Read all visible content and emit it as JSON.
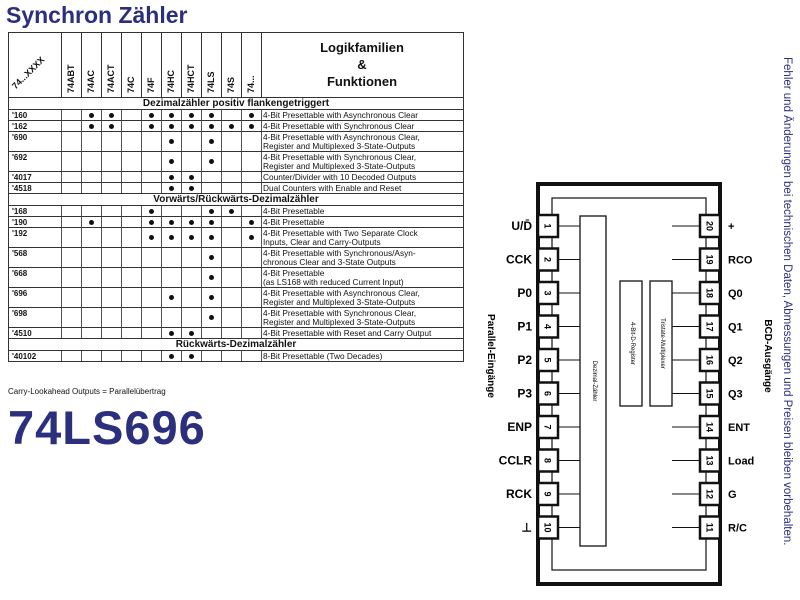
{
  "page": {
    "title": "Synchron Zähler",
    "part": "74LS696",
    "footnote": "Carry-Lookahead Outputs = Parallelübertrag",
    "sidenote": "Fehler und Änderungen bei technischen Daten, Abmessungen und Preisen bleiben vorbehalten."
  },
  "table": {
    "first_header": "74...XXXX",
    "families": [
      "74ABT",
      "74AC",
      "74ACT",
      "74C",
      "74F",
      "74HC",
      "74HCT",
      "74LS",
      "74S",
      "74..."
    ],
    "func_header": [
      "Logikfamilien",
      "&",
      "Funktionen"
    ],
    "sections": [
      {
        "title": "Dezimalzähler positiv flankengetriggert",
        "rows": [
          {
            "part": "'160",
            "dots": [
              0,
              1,
              1,
              0,
              1,
              1,
              1,
              1,
              0,
              1
            ],
            "desc": [
              "4-Bit Presettable with Asynchronous Clear"
            ]
          },
          {
            "part": "'162",
            "dots": [
              0,
              1,
              1,
              0,
              1,
              1,
              1,
              1,
              1,
              1
            ],
            "desc": [
              "4-Bit Presettable with Synchronous Clear"
            ]
          },
          {
            "part": "'690",
            "dots": [
              0,
              0,
              0,
              0,
              0,
              1,
              0,
              1,
              0,
              0
            ],
            "desc": [
              "4-Bit Presettable with Asynchronous Clear,",
              "Register and Multiplexed 3-State-Outputs"
            ]
          },
          {
            "part": "'692",
            "dots": [
              0,
              0,
              0,
              0,
              0,
              1,
              0,
              1,
              0,
              0
            ],
            "desc": [
              "4-Bit Presettable with Synchronous Clear,",
              "Register and Multiplexed 3-State-Outputs"
            ]
          },
          {
            "part": "'4017",
            "dots": [
              0,
              0,
              0,
              0,
              0,
              1,
              1,
              0,
              0,
              0
            ],
            "desc": [
              "Counter/Divider with 10 Decoded Outputs"
            ]
          },
          {
            "part": "'4518",
            "dots": [
              0,
              0,
              0,
              0,
              0,
              1,
              1,
              0,
              0,
              0
            ],
            "desc": [
              "Dual Counters with Enable and Reset"
            ]
          }
        ]
      },
      {
        "title": "Vorwärts/Rückwärts-Dezimalzähler",
        "rows": [
          {
            "part": "'168",
            "dots": [
              0,
              0,
              0,
              0,
              1,
              0,
              0,
              1,
              1,
              0
            ],
            "desc": [
              "4-Bit Presettable"
            ]
          },
          {
            "part": "'190",
            "dots": [
              0,
              1,
              0,
              0,
              1,
              1,
              1,
              1,
              0,
              1
            ],
            "desc": [
              "4-Bit Presettable"
            ]
          },
          {
            "part": "'192",
            "dots": [
              0,
              0,
              0,
              0,
              1,
              1,
              1,
              1,
              0,
              1
            ],
            "desc": [
              "4-Bit Presettable with Two Separate Clock",
              "Inputs, Clear and Carry-Outputs"
            ]
          },
          {
            "part": "'568",
            "dots": [
              0,
              0,
              0,
              0,
              0,
              0,
              0,
              1,
              0,
              0
            ],
            "desc": [
              "4-Bit Presettable with Synchronous/Asyn-",
              "chronous Clear and 3-State Outputs"
            ]
          },
          {
            "part": "'668",
            "dots": [
              0,
              0,
              0,
              0,
              0,
              0,
              0,
              1,
              0,
              0
            ],
            "desc": [
              "4-Bit Presettable",
              "(as LS168 with reduced Current Input)"
            ]
          },
          {
            "part": "'696",
            "dots": [
              0,
              0,
              0,
              0,
              0,
              1,
              0,
              1,
              0,
              0
            ],
            "desc": [
              "4-Bit Presettable with Asynchronous Clear,",
              "Register and Multiplexed 3-State-Outputs"
            ]
          },
          {
            "part": "'698",
            "dots": [
              0,
              0,
              0,
              0,
              0,
              0,
              0,
              1,
              0,
              0
            ],
            "desc": [
              "4-Bit Presettable with Synchronous Clear,",
              "Register and Multiplexed 3-State-Outputs"
            ]
          },
          {
            "part": "'4510",
            "dots": [
              0,
              0,
              0,
              0,
              0,
              1,
              1,
              0,
              0,
              0
            ],
            "desc": [
              "4-Bit Presettable with Reset and Carry Output"
            ]
          }
        ]
      },
      {
        "title": "Rückwärts-Dezimalzähler",
        "rows": [
          {
            "part": "'40102",
            "dots": [
              0,
              0,
              0,
              0,
              0,
              1,
              1,
              0,
              0,
              0
            ],
            "desc": [
              "8-Bit Presettable (Two Decades)"
            ]
          }
        ]
      }
    ]
  },
  "chip": {
    "left_pins": [
      {
        "n": "1",
        "label": "U/D̄"
      },
      {
        "n": "2",
        "label": "CCK"
      },
      {
        "n": "3",
        "label": "P0"
      },
      {
        "n": "4",
        "label": "P1"
      },
      {
        "n": "5",
        "label": "P2"
      },
      {
        "n": "6",
        "label": "P3"
      },
      {
        "n": "7",
        "label": "ENP"
      },
      {
        "n": "8",
        "label": "CCLR"
      },
      {
        "n": "9",
        "label": "RCK"
      },
      {
        "n": "10",
        "label": "⊥"
      }
    ],
    "right_pins": [
      {
        "n": "20",
        "label": "+"
      },
      {
        "n": "19",
        "label": "RCO"
      },
      {
        "n": "18",
        "label": "Q0"
      },
      {
        "n": "17",
        "label": "Q1"
      },
      {
        "n": "16",
        "label": "Q2"
      },
      {
        "n": "15",
        "label": "Q3"
      },
      {
        "n": "14",
        "label": "ENT"
      },
      {
        "n": "13",
        "label": "Load"
      },
      {
        "n": "12",
        "label": "G"
      },
      {
        "n": "11",
        "label": "R/C"
      }
    ],
    "left_group": "Parallel-Eingänge",
    "right_group": "BCD-Ausgänge",
    "blocks": [
      "Dezimal-Zähler",
      "4-Bit-D-Register",
      "Tristate-Multiplexer"
    ]
  }
}
